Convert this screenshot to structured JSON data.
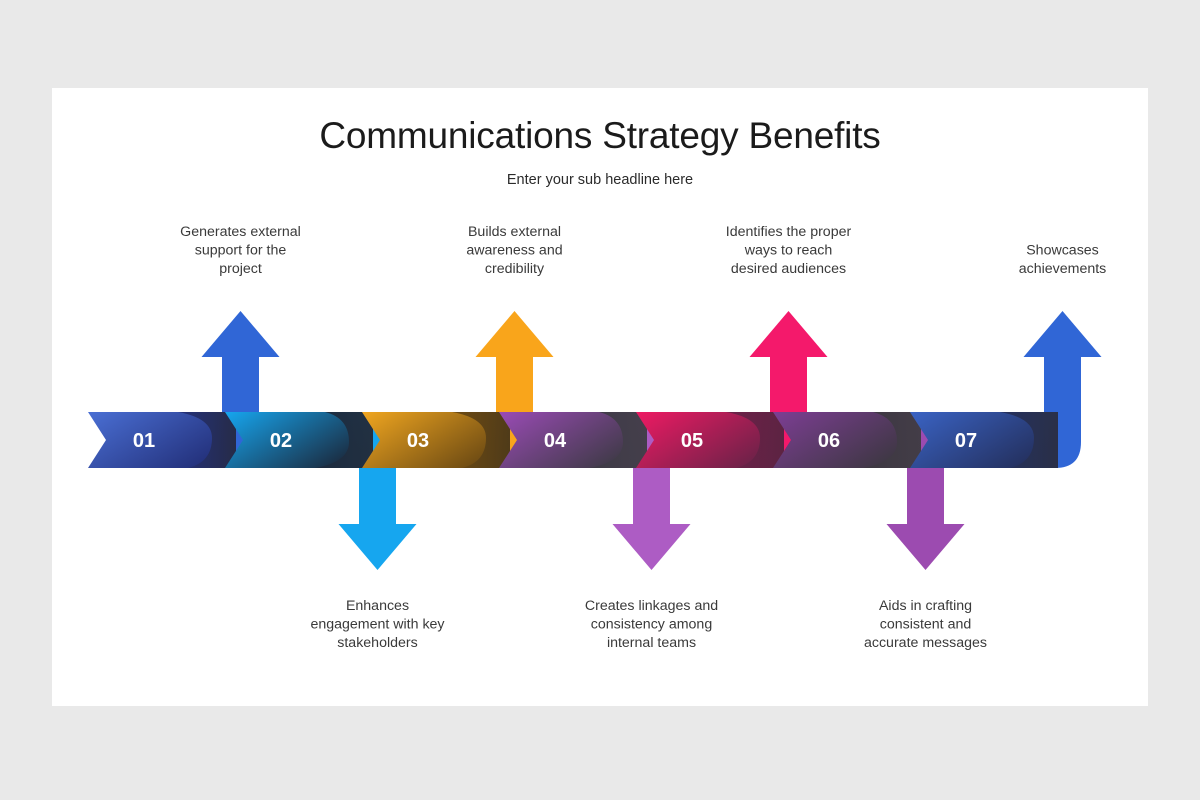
{
  "slide": {
    "title": "Communications Strategy Benefits",
    "subtitle": "Enter your sub headline here",
    "background_color": "#e9e9e9",
    "card_color": "#ffffff"
  },
  "chart_data": {
    "type": "process-arrow-infographic",
    "title": "Communications Strategy Benefits",
    "subtitle": "Enter your sub headline here",
    "step_count": 7,
    "connector_color": "#8d8d8d",
    "steps": [
      {
        "number": "01",
        "caption": "Generates external support for the project",
        "caption_lines": [
          "Generates external",
          "support for the",
          "project"
        ],
        "direction": "up",
        "arrow_color": "#3066d6",
        "ribbon_light": "#4a6fd4",
        "ribbon_dark": "#23307a",
        "fold_color": "#262b46"
      },
      {
        "number": "02",
        "caption": "Enhances engagement with key stakeholders",
        "caption_lines": [
          "Enhances",
          "engagement with key",
          "stakeholders"
        ],
        "direction": "down",
        "arrow_color": "#16a6ef",
        "ribbon_light": "#16a6ef",
        "ribbon_dark": "#1b2a3e",
        "fold_color": "#223041"
      },
      {
        "number": "03",
        "caption": "Builds external awareness and credibility",
        "caption_lines": [
          "Builds external",
          "awareness and",
          "credibility"
        ],
        "direction": "up",
        "arrow_color": "#f9a51b",
        "ribbon_light": "#f0a620",
        "ribbon_dark": "#6c4a13",
        "fold_color": "#4e3a19"
      },
      {
        "number": "04",
        "caption": "Creates linkages and consistency among internal teams",
        "caption_lines": [
          "Creates linkages and",
          "consistency among",
          "internal teams"
        ],
        "direction": "down",
        "arrow_color": "#ad5cc4",
        "ribbon_light": "#9a4bb5",
        "ribbon_dark": "#3e3a46",
        "fold_color": "#443f4b"
      },
      {
        "number": "05",
        "caption": "Identifies the proper ways to reach desired audiences",
        "caption_lines": [
          "Identifies the proper",
          "ways to reach",
          "desired audiences"
        ],
        "direction": "up",
        "arrow_color": "#f4196b",
        "ribbon_light": "#ee1a63",
        "ribbon_dark": "#6b2248",
        "fold_color": "#5c2342"
      },
      {
        "number": "06",
        "caption": "Aids in crafting consistent and accurate messages",
        "caption_lines": [
          "Aids in crafting",
          "consistent and",
          "accurate messages"
        ],
        "direction": "down",
        "arrow_color": "#9c4bb0",
        "ribbon_light": "#7d3e94",
        "ribbon_dark": "#3c3741",
        "fold_color": "#433d47"
      },
      {
        "number": "07",
        "caption": "Showcases achievements",
        "caption_lines": [
          "Showcases",
          "achievements"
        ],
        "direction": "up",
        "arrow_color": "#3066d6",
        "ribbon_light": "#3a63c4",
        "ribbon_dark": "#24305e",
        "fold_color": "#2a2f46"
      }
    ]
  }
}
